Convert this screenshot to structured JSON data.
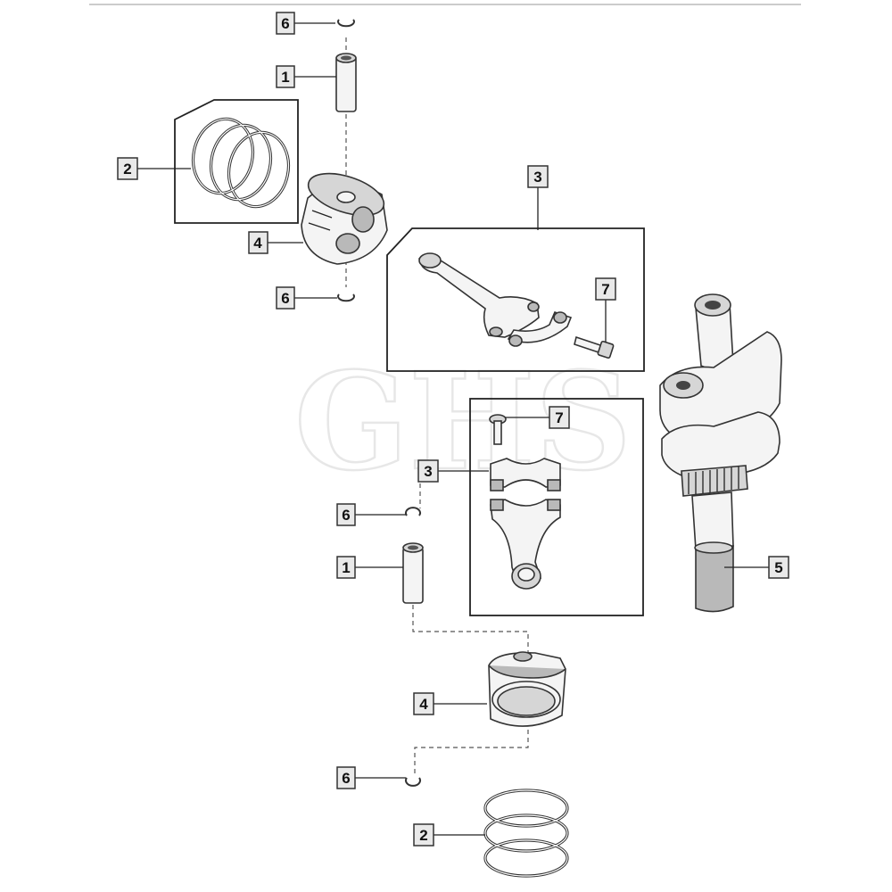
{
  "watermark": "GHS",
  "callouts": [
    {
      "id": "c6a",
      "label": "6"
    },
    {
      "id": "c1a",
      "label": "1"
    },
    {
      "id": "c2a",
      "label": "2"
    },
    {
      "id": "c4a",
      "label": "4"
    },
    {
      "id": "c6b",
      "label": "6"
    },
    {
      "id": "c3a",
      "label": "3"
    },
    {
      "id": "c7a",
      "label": "7"
    },
    {
      "id": "c7b",
      "label": "7"
    },
    {
      "id": "c3b",
      "label": "3"
    },
    {
      "id": "c6c",
      "label": "6"
    },
    {
      "id": "c1b",
      "label": "1"
    },
    {
      "id": "c5",
      "label": "5"
    },
    {
      "id": "c4b",
      "label": "4"
    },
    {
      "id": "c6d",
      "label": "6"
    },
    {
      "id": "c2b",
      "label": "2"
    }
  ],
  "colors": {
    "line": "#222222",
    "callout_fill": "#e9e9e9",
    "part_fill": "#f4f4f4"
  }
}
